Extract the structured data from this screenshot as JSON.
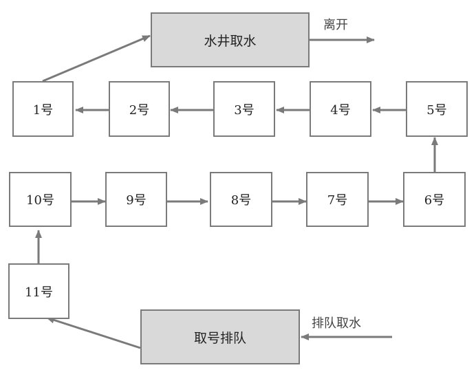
{
  "well": "水井取水",
  "leave": "离开",
  "queue_box": "取号排队",
  "queue_in": "排队取水",
  "stations": [
    "1号",
    "2号",
    "3号",
    "4号",
    "5号",
    "6号",
    "7号",
    "8号",
    "9号",
    "10号",
    "11号"
  ],
  "colors": {
    "border": "#7a7a7a",
    "grey_fill": "#d9d9d9",
    "arrow": "#7a7a7a"
  }
}
